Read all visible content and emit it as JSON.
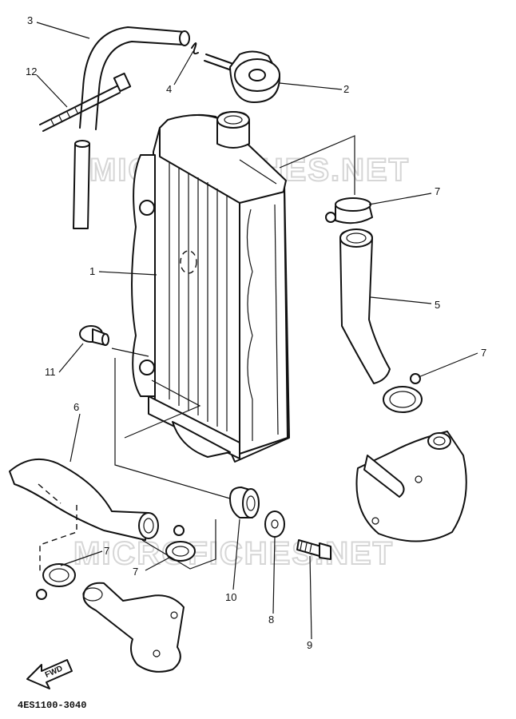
{
  "diagram": {
    "watermark": "MICROFICHES.NET",
    "reference_code": "4ES1100-3040",
    "direction_badge": "FWD",
    "callouts": [
      {
        "id": "c3",
        "label": "3"
      },
      {
        "id": "c12",
        "label": "12"
      },
      {
        "id": "c4",
        "label": "4"
      },
      {
        "id": "c2",
        "label": "2"
      },
      {
        "id": "c7a",
        "label": "7"
      },
      {
        "id": "c1",
        "label": "1"
      },
      {
        "id": "c5",
        "label": "5"
      },
      {
        "id": "c11",
        "label": "11"
      },
      {
        "id": "c7b",
        "label": "7"
      },
      {
        "id": "c6",
        "label": "6"
      },
      {
        "id": "c7c",
        "label": "7"
      },
      {
        "id": "c7d",
        "label": "7"
      },
      {
        "id": "c10",
        "label": "10"
      },
      {
        "id": "c8",
        "label": "8"
      },
      {
        "id": "c9",
        "label": "9"
      }
    ]
  }
}
